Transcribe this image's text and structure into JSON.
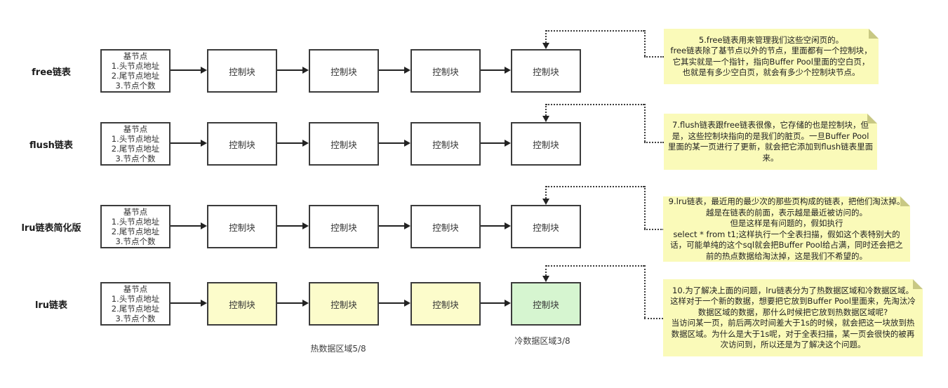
{
  "diagram": {
    "rows": [
      {
        "label": "free链表"
      },
      {
        "label": "flush链表"
      },
      {
        "label": "lru链表简化版"
      },
      {
        "label": "lru链表"
      }
    ],
    "base_node_text": "基节点\n1.头节点地址\n2.尾节点地址\n3.节点个数",
    "control_block_label": "控制块",
    "hot_region_label": "热数据区域5/8",
    "cold_region_label": "冷数据区域3/8",
    "colors": {
      "block_default": "#FFFFFF",
      "block_hot": "#FCFCCB",
      "block_cold": "#D6F5D0",
      "note_bg": "#FAFAB9",
      "note_fold": "#C8C883",
      "box_border": "#3B3B3B"
    }
  },
  "notes": [
    {
      "text": "5.free链表用来管理我们这些空闲页的。\nfree链表除了基节点以外的节点，里面都有一个控制块，\n它其实就是一个指针，指向Buffer Pool里面的空白页，\n也就是有多少空白页，就会有多少个控制块节点。"
    },
    {
      "text": "7.flush链表跟free链表很像，它存储的也是控制块，但\n是，这些控制块指向的是我们的脏页。一旦Buffer Pool\n里面的某一页进行了更新，就会把它添加到flush链表里面\n来。"
    },
    {
      "text": "9.lru链表，最近用的最少次的那些页构成的链表，把他们淘汰掉。\n越是在链表的前面，表示越是最近被访问的。\n但是这样是有问题的，假如执行\nselect * from t1;这样执行一个全表扫描，假如这个表特别大的\n话，可能单纯的这个sql就会把Buffer Pool给占满，同时还会把之\n前的热点数据给淘汰掉，这是我们不希望的。"
    },
    {
      "text": "10.为了解决上面的问题，lru链表分为了热数据区域和冷数据区域。\n这样对于一个新的数据，想要把它放到Buffer Pool里面来，先淘汰冷\n数据区域的数据，那什么时候把它放到热数据区域呢?\n当访问某一页，前后两次时间差大于1s的时候，就会把这一块放到热\n数据区域。为什么是大于1s呢，对于全表扫描，某一页会很快的被再\n次访问到，所以还是为了解决这个问题。"
    }
  ]
}
